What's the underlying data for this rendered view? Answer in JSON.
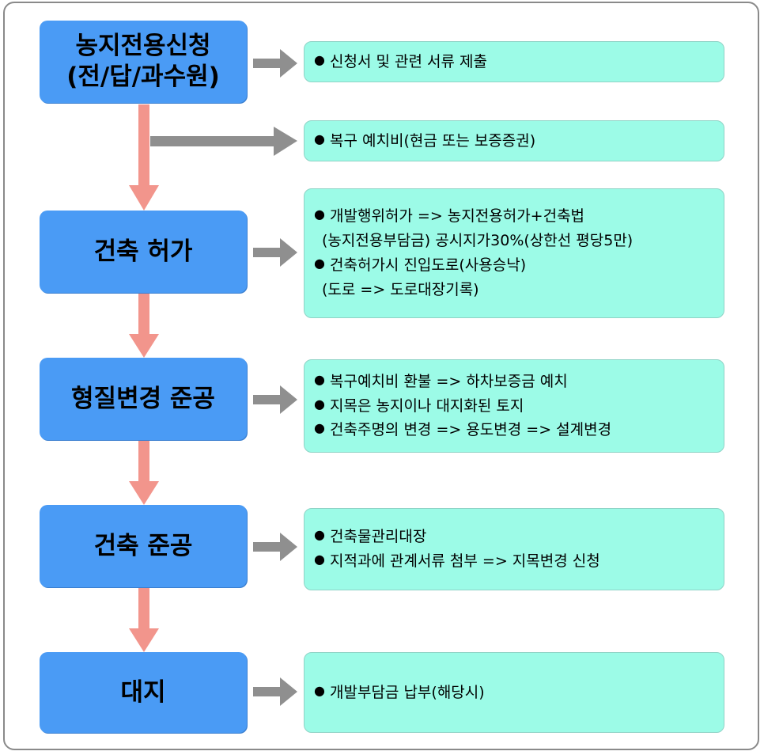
{
  "steps": [
    {
      "lines": [
        "농지전용신청",
        "(전/답/과수원)"
      ]
    },
    {
      "lines": [
        "건축 허가"
      ]
    },
    {
      "lines": [
        "형질변경 준공"
      ]
    },
    {
      "lines": [
        "건축 준공"
      ]
    },
    {
      "lines": [
        "대지"
      ]
    }
  ],
  "notes": [
    {
      "items": [
        {
          "lines": [
            "신청서 및 관련 서류 제출"
          ]
        }
      ]
    },
    {
      "items": [
        {
          "lines": [
            "복구 예치비(현금 또는 보증증권)"
          ]
        }
      ]
    },
    {
      "items": [
        {
          "lines": [
            "개발행위허가 => 농지전용허가+건축법",
            "(농지전용부담금) 공시지가30%(상한선 평당5만)"
          ]
        },
        {
          "lines": [
            "건축허가시 진입도로(사용승낙)",
            "(도로 => 도로대장기록)"
          ]
        }
      ]
    },
    {
      "items": [
        {
          "lines": [
            "복구예치비 환불 => 하차보증금 예치"
          ]
        },
        {
          "lines": [
            "지목은 농지이나 대지화된 토지"
          ]
        },
        {
          "lines": [
            "건축주명의 변경 => 용도변경 => 설계변경"
          ]
        }
      ]
    },
    {
      "items": [
        {
          "lines": [
            "건축물관리대장"
          ]
        },
        {
          "lines": [
            "지적과에 관계서류 첨부 => 지목변경 신청"
          ]
        }
      ]
    },
    {
      "items": [
        {
          "lines": [
            "개발부담금 납부(해당시)"
          ]
        }
      ]
    }
  ],
  "bullet_symbol": "●",
  "colors": {
    "step_fill": "#4a9bf5",
    "note_fill": "#9cfbe7",
    "down_arrow": "#f2958c",
    "side_arrow": "#8f8f8f",
    "frame_border": "#8a8a8a"
  }
}
